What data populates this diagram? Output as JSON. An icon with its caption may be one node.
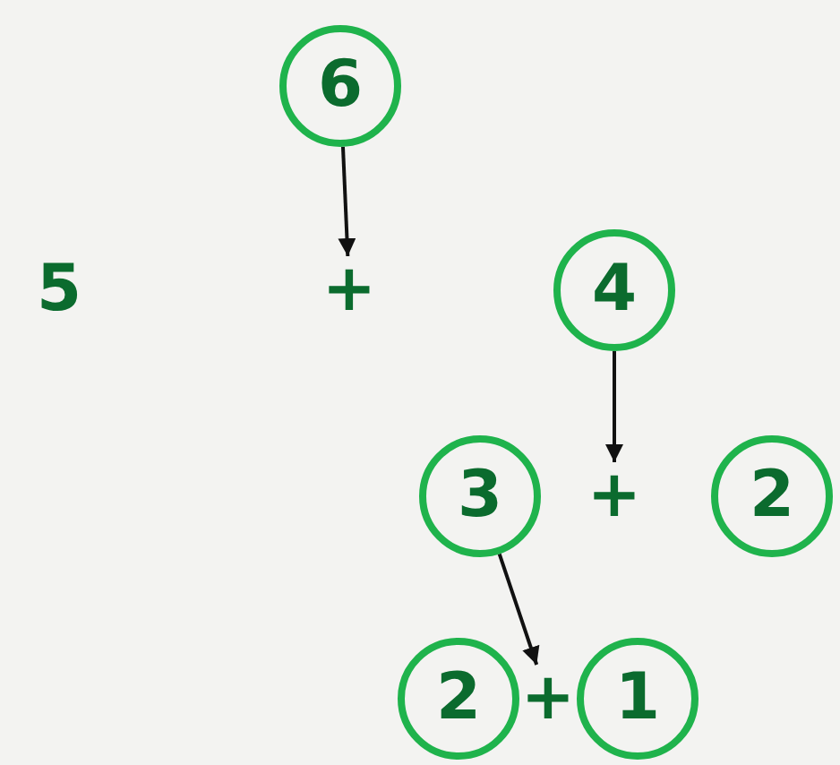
{
  "diagram": {
    "nodes": [
      {
        "text": [
          "6"
        ]
      },
      {
        "text": [
          "5"
        ]
      },
      {
        "text": [
          "+"
        ]
      },
      {
        "text": [
          "4"
        ]
      },
      {
        "text": [
          "3"
        ]
      },
      {
        "text": [
          "+"
        ]
      },
      {
        "text": [
          "2"
        ]
      },
      {
        "text": [
          "2"
        ]
      },
      {
        "text": [
          "+"
        ]
      },
      {
        "text": [
          "1"
        ]
      }
    ],
    "edges": [
      {
        "from": 0,
        "to": 2,
        "arrow": "to"
      },
      {
        "from": 3,
        "to": 5,
        "arrow": "to"
      },
      {
        "from": 4,
        "to": 8,
        "arrow": "to"
      }
    ]
  }
}
